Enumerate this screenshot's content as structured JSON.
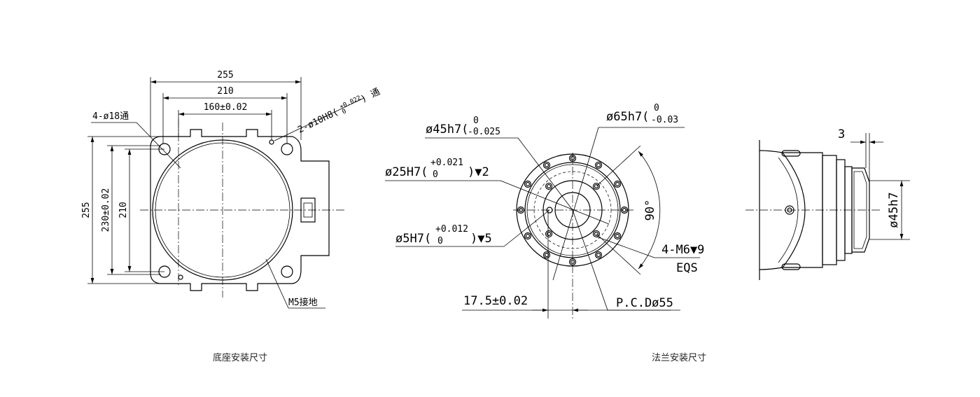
{
  "base_view": {
    "caption": "底座安装尺寸",
    "dim_width_overall": "255",
    "dim_width_holes": "210",
    "dim_width_pins": "160±0.02",
    "dim_height_overall": "255",
    "dim_height_pins": "230±0.02",
    "dim_height_holes": "210",
    "label_holes": "4-ø18通",
    "label_pins_prefix": "2-ø10H8(",
    "label_pins_tol_upper": "+0.022",
    "label_pins_tol_lower": "0",
    "label_pins_suffix": ") 通",
    "label_ground": "M5接地"
  },
  "flange_view": {
    "caption": "法兰安装尺寸",
    "d45_main": "ø45h7(",
    "d45_upper": "0",
    "d45_lower": "-0.025",
    "d65_main": "ø65h7(",
    "d65_upper": "0",
    "d65_lower": "-0.03",
    "d25_main": "ø25H7(",
    "d25_upper": "+0.021",
    "d25_lower": "0",
    "d25_suffix": ")▼2",
    "d5_main": "ø5H7(",
    "d5_upper": "+0.012",
    "d5_lower": "0",
    "d5_suffix": ")▼5",
    "m6_label": "4-M6▼9",
    "eqs_label": "EQS",
    "offset_dim": "17.5±0.02",
    "pcd_label": "P.C.Dø55",
    "angle_label": "90°"
  },
  "side_view": {
    "dim_thickness": "3",
    "dim_diameter": "ø45h7"
  }
}
